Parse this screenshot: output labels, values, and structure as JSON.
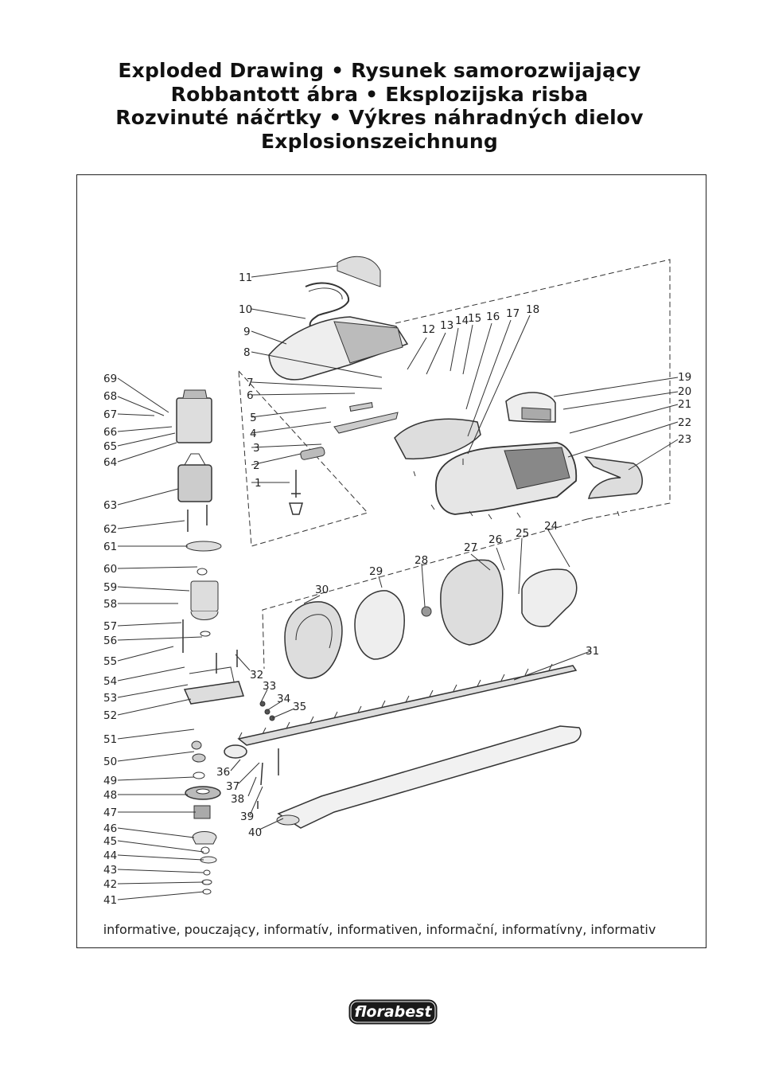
{
  "title_lines": [
    "Exploded Drawing • Rysunek samorozwijający",
    "Robbantott ábra • Eksplozijska risba",
    "Rozvinuté náčrtky • Výkres náhradných dielov",
    "Explosionszeichnung"
  ],
  "part_labels": [
    "1",
    "2",
    "3",
    "4",
    "5",
    "6",
    "7",
    "8",
    "9",
    "10",
    "11",
    "12",
    "13",
    "14",
    "15",
    "16",
    "17",
    "18",
    "19",
    "20",
    "21",
    "22",
    "23",
    "24",
    "25",
    "26",
    "27",
    "28",
    "29",
    "30",
    "31",
    "32",
    "33",
    "34",
    "35",
    "36",
    "37",
    "38",
    "39",
    "40",
    "41",
    "42",
    "43",
    "44",
    "45",
    "46",
    "47",
    "48",
    "49",
    "50",
    "51",
    "52",
    "53",
    "54",
    "55",
    "56",
    "57",
    "58",
    "59",
    "60",
    "61",
    "62",
    "63",
    "64",
    "65",
    "66",
    "67",
    "68",
    "69"
  ],
  "footer_note": "informative, pouczający, informatív, informativen, informační, informatívny, informativ",
  "logo": {
    "text": "florabest",
    "color": "#1a1a1a"
  }
}
